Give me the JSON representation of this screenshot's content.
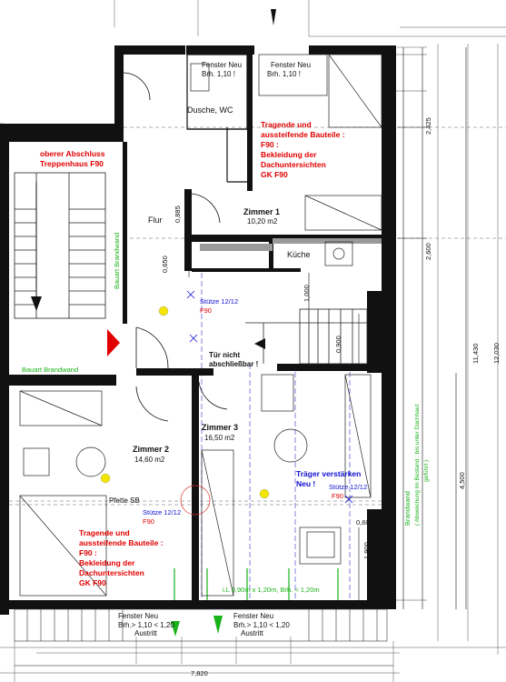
{
  "rooms": {
    "dusche": "Dusche, WC",
    "flur": "Flur",
    "zimmer1_name": "Zimmer 1",
    "zimmer1_area": "10,20 m2",
    "kueche": "Küche",
    "zimmer2_name": "Zimmer 2",
    "zimmer2_area": "14,60 m2",
    "zimmer3_name": "Zimmer 3",
    "zimmer3_area": "16,50 m2"
  },
  "windows": {
    "top_left_1": "Fenster Neu",
    "top_left_2": "Brh. 1,10 !",
    "top_right_1": "Fenster Neu",
    "top_right_2": "Brh. 1,10 !",
    "bottom_left_1": "Fenster Neu",
    "bottom_left_2": "Brh.> 1,10 < 1,20",
    "bottom_left_3": "Austritt",
    "bottom_right_1": "Fenster Neu",
    "bottom_right_2": "Brh.> 1,10 < 1,20",
    "bottom_right_3": "Austritt"
  },
  "notes": {
    "treppenhaus_1": "oberer Abschluss",
    "treppenhaus_2": "Treppenhaus F90",
    "tragend_top_1": "Tragende und",
    "tragend_top_2": "aussteifende Bauteile :",
    "tragend_top_3": "F90 :",
    "tragend_top_4": "Bekleidung der",
    "tragend_top_5": "Dachuntersichten",
    "tragend_top_6": "GK F90",
    "tragend_bot_1": "Tragende und",
    "tragend_bot_2": "aussteifende Bauteile :",
    "tragend_bot_3": "F90 :",
    "tragend_bot_4": "Bekleidung der",
    "tragend_bot_5": "Dachuntersichten",
    "tragend_bot_6": "GK F90",
    "brandwand_vertical": "Bauart Brandwand",
    "brandwand_horizontal": "Bauart Brandwand",
    "brandwand_right_1": "Brandwand",
    "brandwand_right_2": "( Abweichung im Bestand : bis unter Dachhaut",
    "brandwand_right_3": "geführt )",
    "stuetze_top_1": "Stütze 12/12",
    "stuetze_top_2": "F90",
    "stuetze_mid_1": "Stütze 12/12",
    "stuetze_mid_2": "F90",
    "stuetze_right_1": "Stütze 12/12",
    "stuetze_right_2": "F90",
    "traeger_1": "Träger verstärken",
    "traeger_2": "Neu !",
    "tuer_1": "Tür nicht",
    "tuer_2": "abschließbar !",
    "pfette": "Pfette SB",
    "austritt_note": "i.L 0,90m x 1,20m, Brh. < 1,20m"
  },
  "dimensions": {
    "d2425": "2,425",
    "d2600": "2,600",
    "d4500": "4,500",
    "d11430": "11,430",
    "d12030": "12,030",
    "d0885": "0,885",
    "d0650": "0,650",
    "d1000": "1,000",
    "d0900": "0,900",
    "d0600": "0,600",
    "d1900": "1,900",
    "d7820": "7,820"
  },
  "colors": {
    "wall": "#111111",
    "note_red": "#e10000",
    "note_green": "#19b219",
    "note_blue": "#1010d0",
    "column_yellow": "#f2e600"
  }
}
